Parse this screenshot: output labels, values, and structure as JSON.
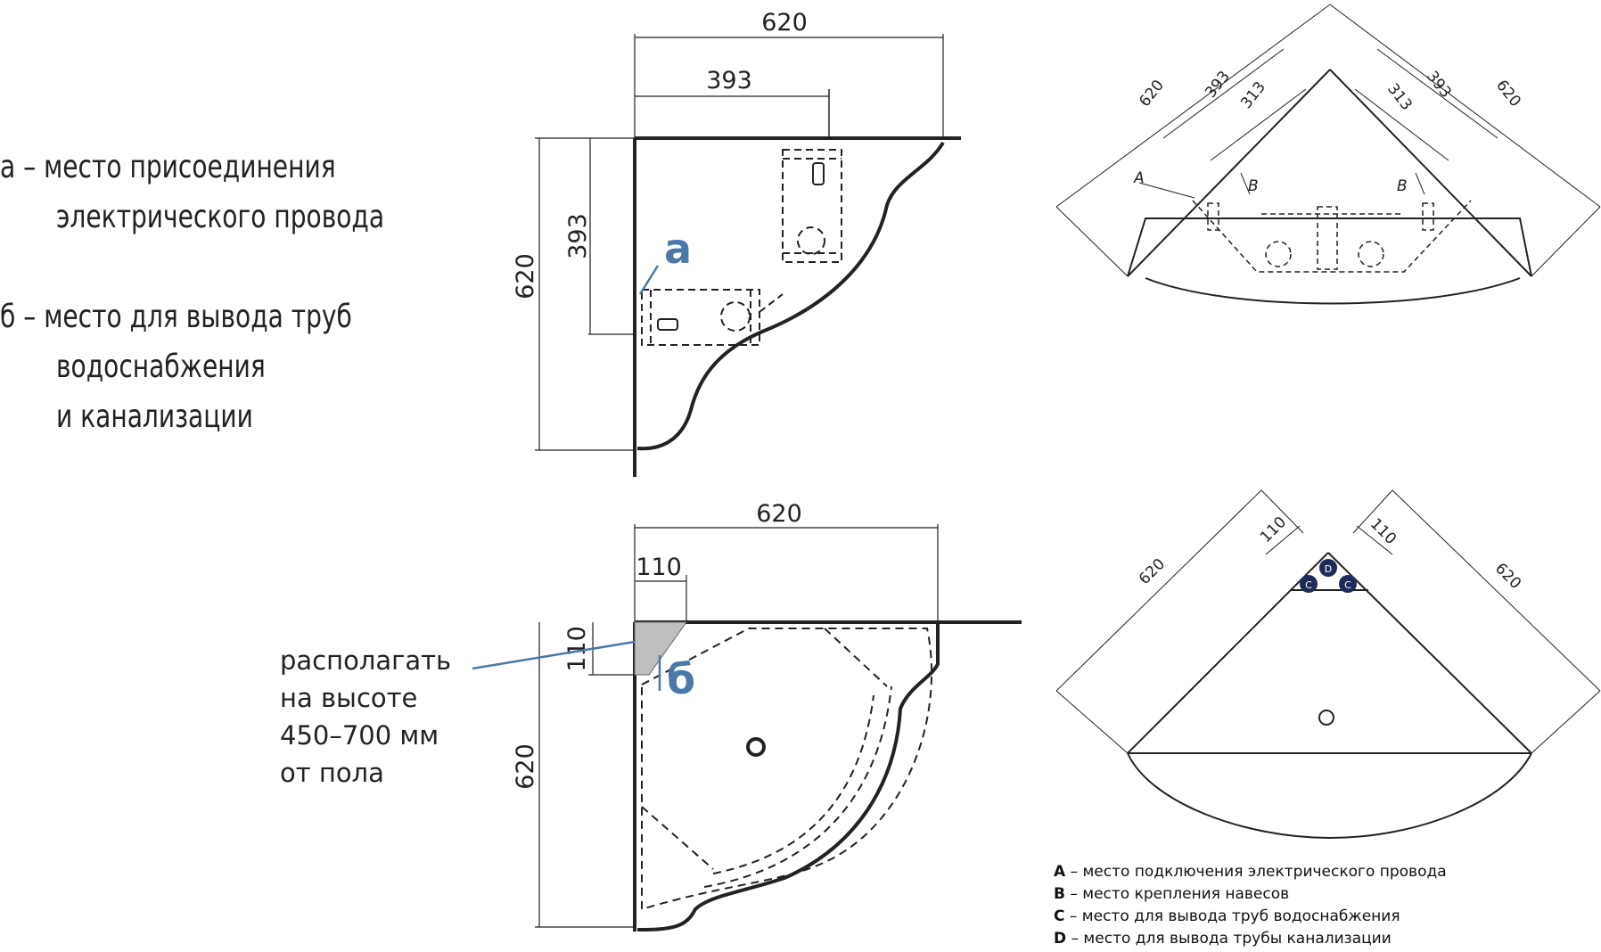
{
  "left_legend": {
    "a_line1": "а – место присоединения",
    "a_line2": "электрического провода",
    "b_line1": "б – место для вывода труб",
    "b_line2": "водоснабжения",
    "b_line3": "и канализации"
  },
  "top_view": {
    "dim_width": "620",
    "dim_inner": "393",
    "dim_side_inner": "393",
    "dim_side": "620",
    "marker_a": "а"
  },
  "bottom_view": {
    "dim_width": "620",
    "dim_corner_h": "110",
    "dim_corner_v": "110",
    "dim_side": "620",
    "marker_b": "б",
    "note_line1": "располагать",
    "note_line2": "на высоте",
    "note_line3": "450–700 мм",
    "note_line4": "от пола"
  },
  "right_top_view": {
    "dim_left_620": "620",
    "dim_left_393": "393",
    "dim_left_313": "313",
    "dim_right_313": "313",
    "dim_right_393": "393",
    "dim_right_620": "620",
    "label_A": "A",
    "label_B_left": "B",
    "label_B_right": "B"
  },
  "right_bottom_view": {
    "dim_left_620": "620",
    "dim_left_110": "110",
    "dim_right_110": "110",
    "dim_right_620": "620",
    "label_C_left": "C",
    "label_D": "D",
    "label_C_right": "C"
  },
  "right_legend": {
    "A_key": "A",
    "A_text": " – место подключения электрического провода",
    "B_key": "B",
    "B_text": " – место крепления навесов",
    "C_key": "C",
    "C_text": " – место для вывода труб водоснабжения",
    "D_key": "D",
    "D_text": " – место для вывода трубы канализации"
  },
  "colors": {
    "line": "#222222",
    "accent_blue": "#4a78a8",
    "dark_navy": "#1e2a5a",
    "gray_fill": "#bfbfbf"
  }
}
